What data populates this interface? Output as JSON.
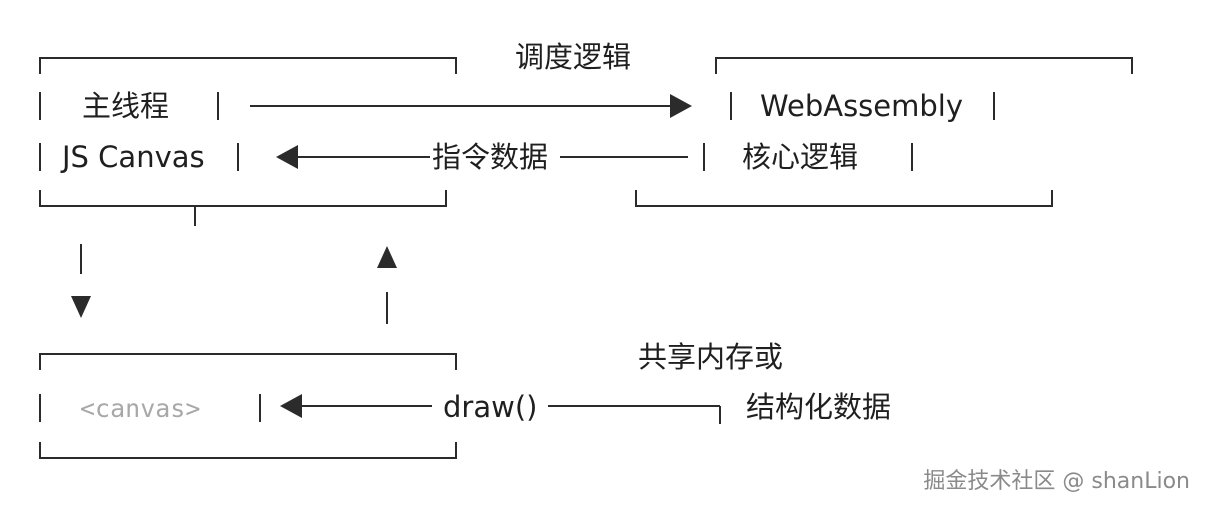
{
  "labels": {
    "scheduling_logic": "调度逻辑",
    "main_thread": "主线程",
    "webassembly": "WebAssembly",
    "js_canvas": "JS Canvas",
    "instruction_data": "指令数据",
    "core_logic": "核心逻辑",
    "canvas_element": "<canvas>",
    "draw_call": "draw()",
    "shared_memory_line1": "共享内存或",
    "shared_memory_line2": "结构化数据"
  },
  "watermark": "掘金技术社区 @ shanLion",
  "colors": {
    "line": "#2b2b2b",
    "text": "#1f1f1f",
    "muted_text": "#a8a8a8",
    "watermark": "#8a8a8a",
    "background": "#ffffff"
  }
}
